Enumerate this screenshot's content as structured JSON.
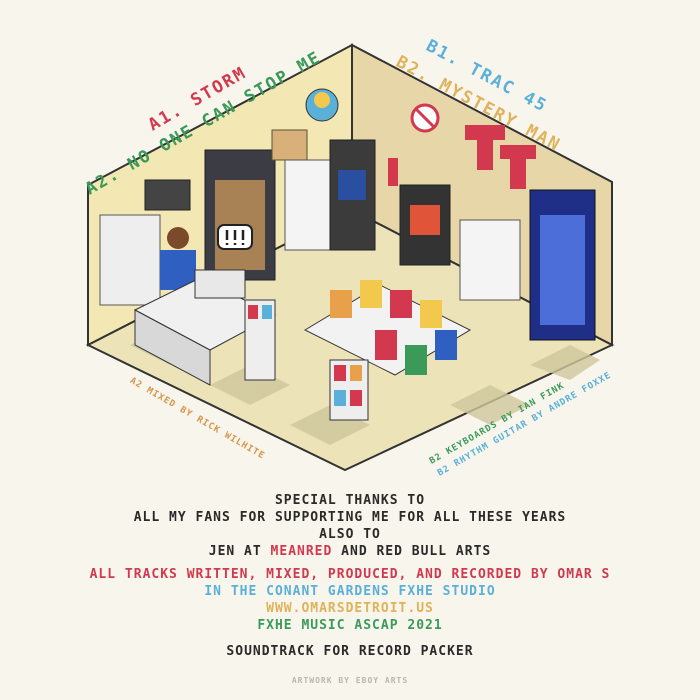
{
  "tracks": {
    "a1": "A1. STORM",
    "a2": "A2. NO ONE CAN STOP ME",
    "b1": "B1. TRAC 45",
    "b2": "B2. MYSTERY MAN"
  },
  "side_credits": {
    "mixed": "A2 MIXED BY RICK WILHITE",
    "keyboards": "B2 KEYBOARDS BY IAN FINK",
    "guitar": "B2 RHYTHM GUITAR BY ANDRE FOXXE"
  },
  "credits": {
    "thanks": "SPECIAL THANKS TO",
    "fans": "ALL MY FANS FOR SUPPORTING ME FOR ALL THESE YEARS",
    "also": "ALSO TO",
    "jen_pre": "JEN AT ",
    "meanred": "MEANRED",
    "jen_post": " AND RED BULL ARTS",
    "written": "ALL TRACKS WRITTEN, MIXED, PRODUCED, AND RECORDED BY OMAR S",
    "studio": "IN THE CONANT GARDENS FXHE STUDIO",
    "url": "WWW.OMARSDETROIT.US",
    "label": "FXHE MUSIC ASCAP 2021",
    "soundtrack": "SOUNDTRACK FOR RECORD PACKER",
    "artwork": "ARTWORK BY EBOY ARTS"
  },
  "colors": {
    "red": "#d2394e",
    "blue": "#5ab0d8",
    "yellow": "#e0b25a",
    "green": "#3b9a5a",
    "bg": "#f7f5ec"
  }
}
